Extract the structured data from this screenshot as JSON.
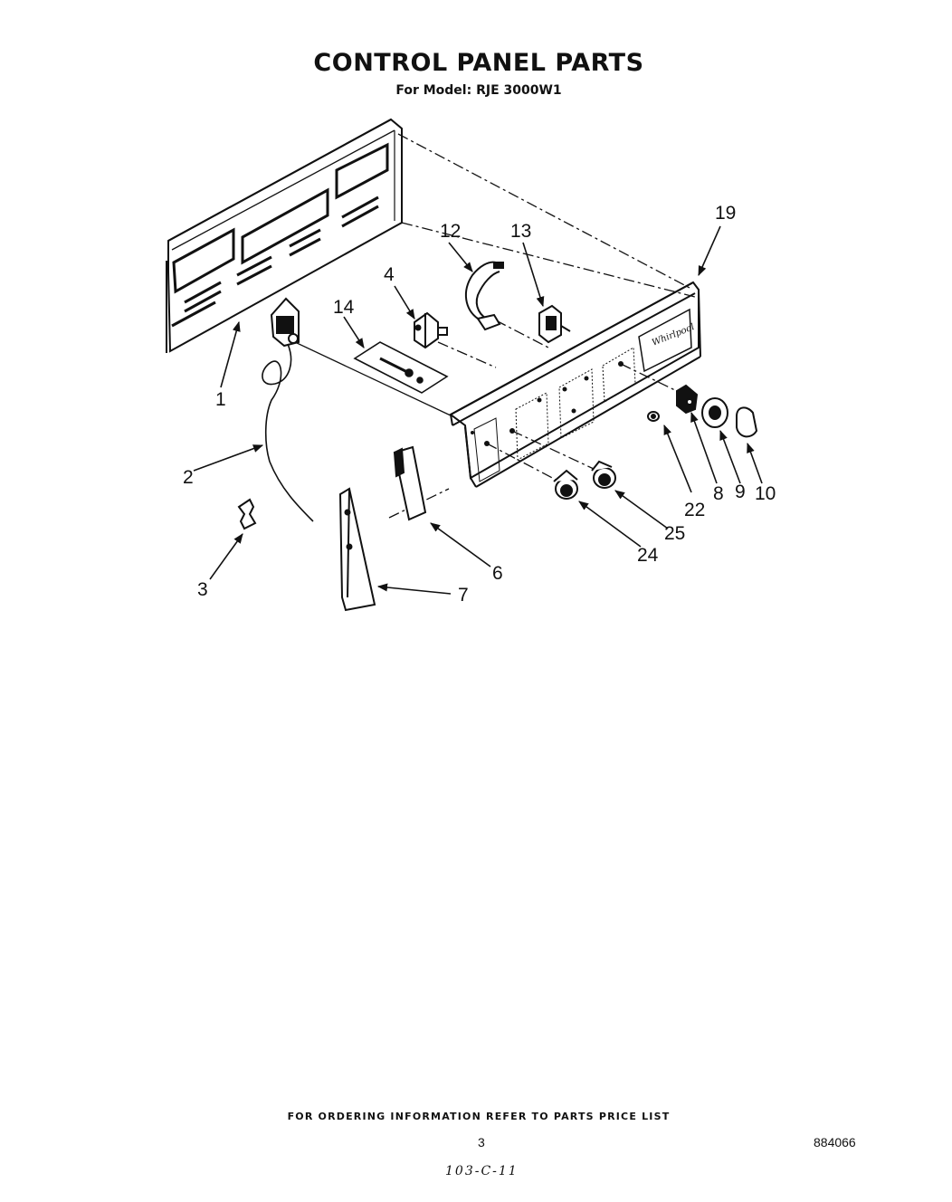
{
  "header": {
    "title": "CONTROL PANEL PARTS",
    "model_line": "For Model: RJE 3000W1"
  },
  "diagram": {
    "callouts": [
      "1",
      "2",
      "3",
      "4",
      "6",
      "7",
      "8",
      "9",
      "10",
      "12",
      "13",
      "14",
      "19",
      "22",
      "24",
      "25"
    ]
  },
  "footer": {
    "ordering_info": "FOR ORDERING INFORMATION REFER TO PARTS PRICE LIST",
    "page_number": "3",
    "document_number": "884066",
    "handwritten_note": "103-C-11"
  }
}
